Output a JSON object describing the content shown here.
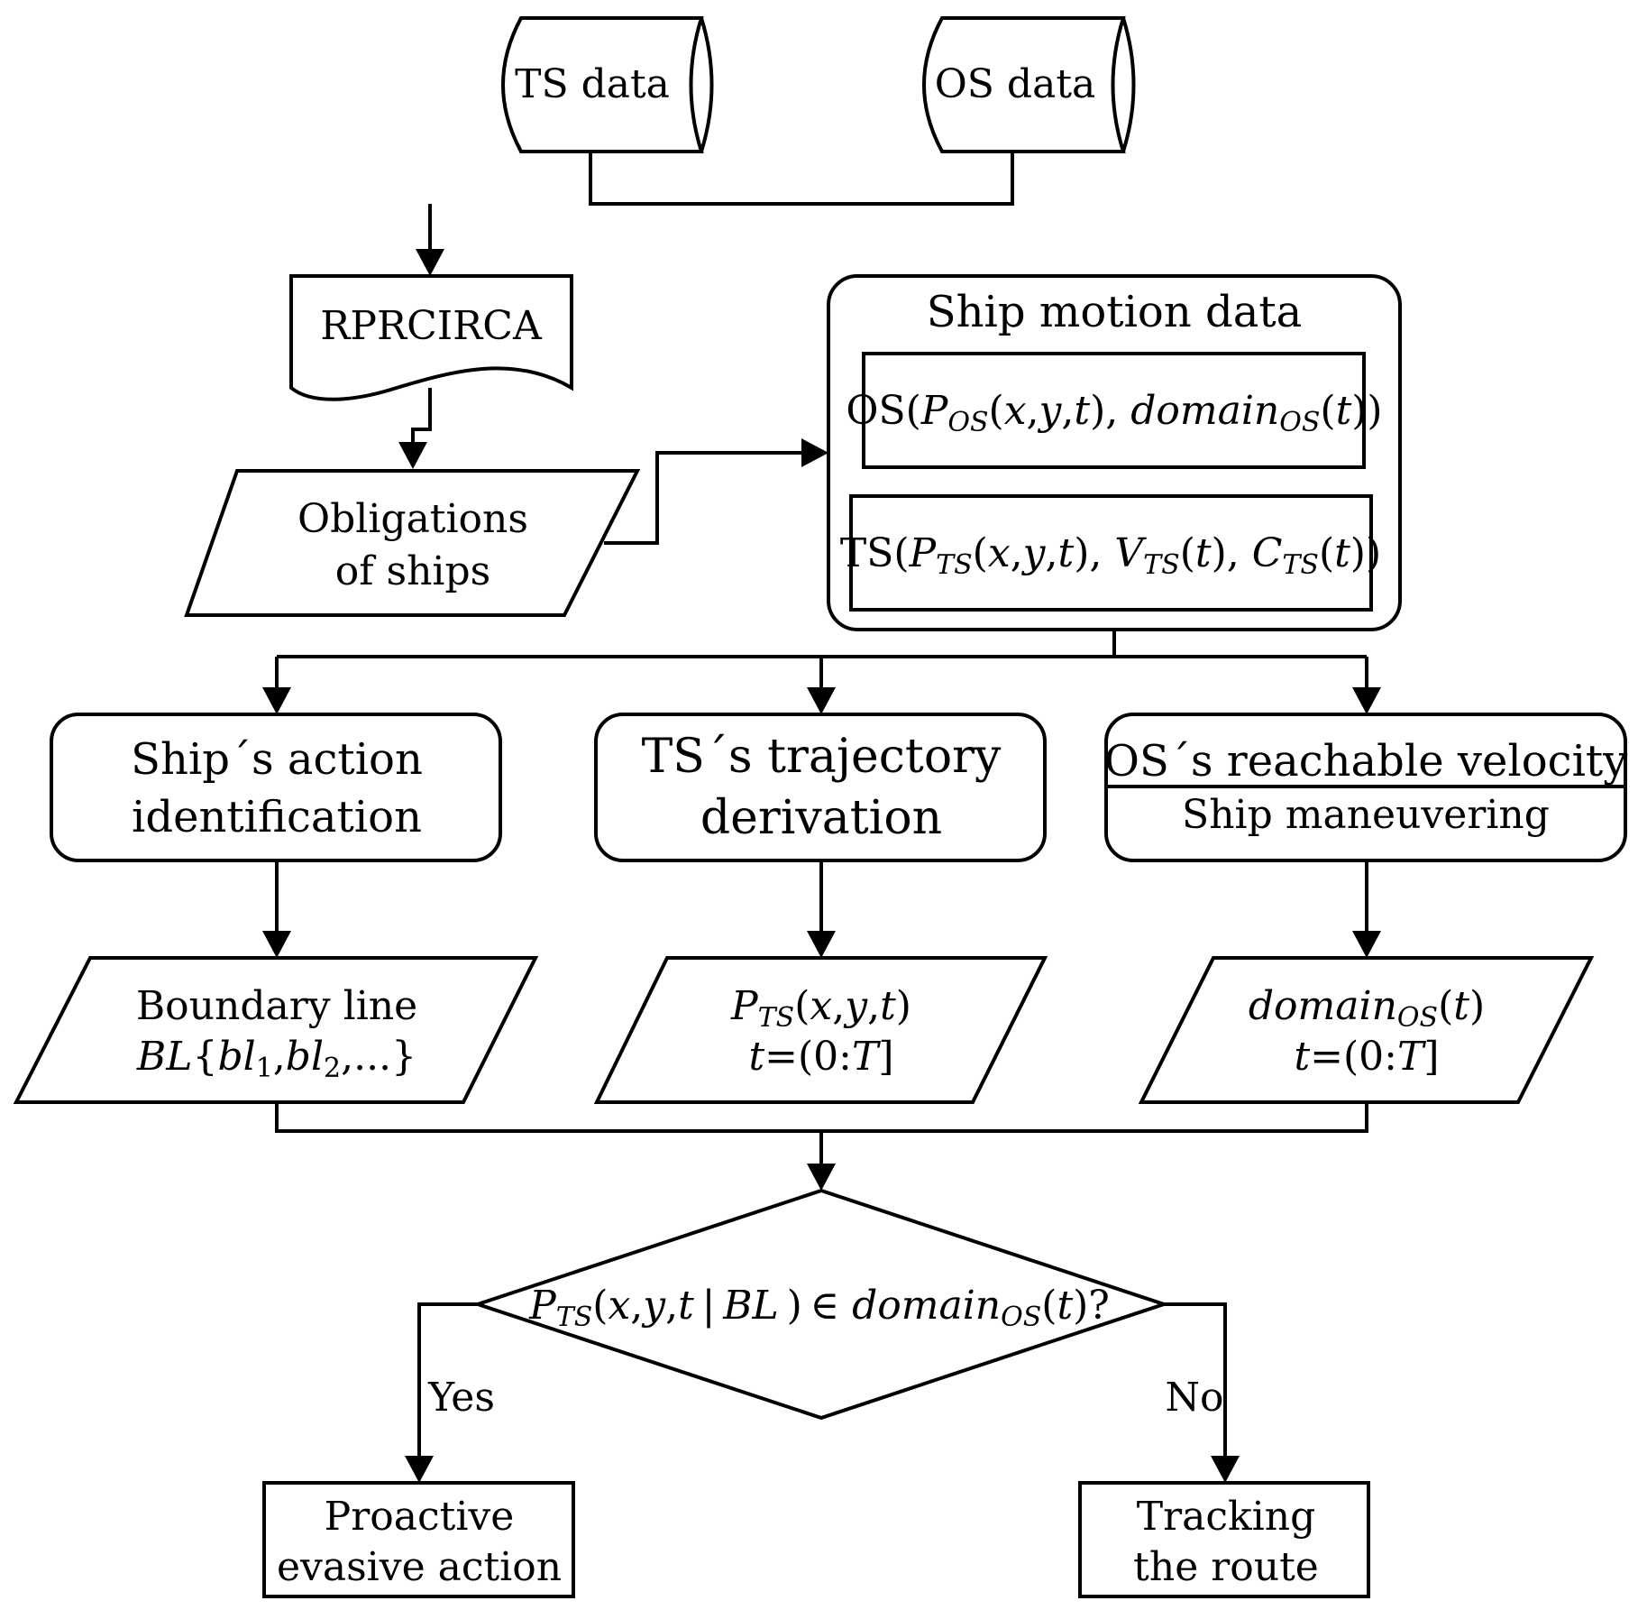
{
  "nodes": {
    "ts_data": {
      "label": "TS data"
    },
    "os_data": {
      "label": "OS data"
    },
    "rprcirca": {
      "label": "RPRCIRCA"
    },
    "obligations": {
      "line1": "Obligations",
      "line2": "of ships"
    },
    "ship_motion": {
      "title": "Ship motion data",
      "os_row": {
        "a": "OS(",
        "b": "P",
        "c": "OS",
        "d": "(",
        "e": "x",
        "f": ",",
        "g": "y",
        "h": ",",
        "i": "t",
        "j": "), ",
        "k": "domain",
        "l": "OS",
        "m": "(",
        "n": "t",
        "o": "))"
      },
      "ts_row": {
        "a": "TS(",
        "b": "P",
        "c": "TS",
        "d": "(",
        "e": "x",
        "f": ",",
        "g": "y",
        "h": ",",
        "i": "t",
        "j": "), ",
        "k": "V",
        "l": "TS",
        "m": "(",
        "n": "t",
        "o": "), ",
        "p": "C",
        "q": "TS",
        "r": "(",
        "s": "t",
        "u": "))"
      }
    },
    "action_id": {
      "line1": "Ship´s action",
      "line2": "identification"
    },
    "trajectory": {
      "line1": "TS´s trajectory",
      "line2": "derivation"
    },
    "reachable": {
      "title": "OS´s reachable velocity",
      "subtitle": "Ship maneuvering"
    },
    "boundary": {
      "line1": "Boundary line",
      "l2": {
        "a": "BL",
        "b": "{",
        "c": "bl",
        "d": "1",
        "e": ",",
        "f": "bl",
        "g": "2",
        "h": ",...}"
      }
    },
    "pts": {
      "l1": {
        "a": "P",
        "b": "TS",
        "c": "(",
        "d": "x",
        "e": ",",
        "f": "y",
        "g": ",",
        "h": "t",
        "i": ")"
      },
      "l2": {
        "a": "t",
        "b": "=(0:",
        "c": "T",
        "d": "]"
      }
    },
    "domain": {
      "l1": {
        "a": "domain",
        "b": "OS",
        "c": "(",
        "d": "t",
        "e": ")"
      },
      "l2": {
        "a": "t",
        "b": "=(0:",
        "c": "T",
        "d": "]"
      }
    },
    "decision": {
      "a": "P",
      "b": "TS",
      "c": "(",
      "d": "x",
      "e": ",",
      "f": "y",
      "g": ",",
      "h": "t",
      "i": " | ",
      "j": "BL",
      "k": " ) ∈ ",
      "l": "domain",
      "m": "OS",
      "n": "(",
      "o": "t",
      "p": ")?"
    },
    "proactive": {
      "line1": "Proactive",
      "line2": "evasive action"
    },
    "tracking": {
      "line1": "Tracking",
      "line2": "the route"
    }
  },
  "edges": {
    "yes": "Yes",
    "no": "No"
  }
}
